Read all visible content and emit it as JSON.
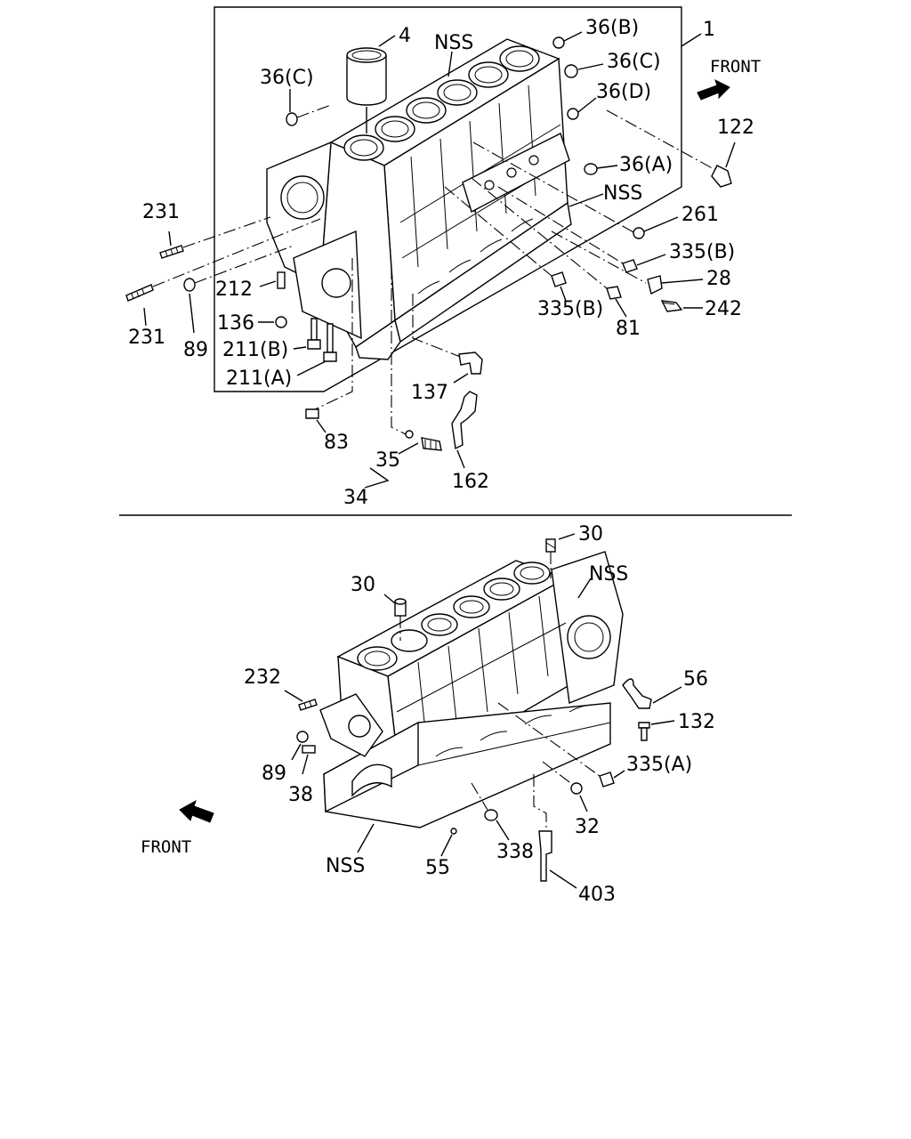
{
  "top_section": {
    "front_label": "FRONT",
    "labels": {
      "p4": "4",
      "nss_top": "NSS",
      "p36b": "36(B)",
      "p1": "1",
      "p36c_right": "36(C)",
      "p36c_left": "36(C)",
      "p36d": "36(D)",
      "p122": "122",
      "p36a": "36(A)",
      "nss_mid": "NSS",
      "p231_top": "231",
      "p261": "261",
      "p335b_right": "335(B)",
      "p28": "28",
      "p212": "212",
      "p242": "242",
      "p335b_left": "335(B)",
      "p136": "136",
      "p81": "81",
      "p231_bottom": "231",
      "p89": "89",
      "p211b": "211(B)",
      "p211a": "211(A)",
      "p137": "137",
      "p83": "83",
      "p35": "35",
      "p162": "162",
      "p34": "34"
    }
  },
  "bottom_section": {
    "front_label": "FRONT",
    "labels": {
      "p30_top": "30",
      "nss_top": "NSS",
      "p30_left": "30",
      "p232": "232",
      "p56": "56",
      "p132": "132",
      "p89": "89",
      "p335a": "335(A)",
      "p38": "38",
      "p32": "32",
      "p338": "338",
      "nss_bottom": "NSS",
      "p55": "55",
      "p403": "403"
    }
  },
  "icons": {
    "arrow_top": "front-arrow-icon",
    "arrow_bottom": "front-arrow-icon"
  }
}
